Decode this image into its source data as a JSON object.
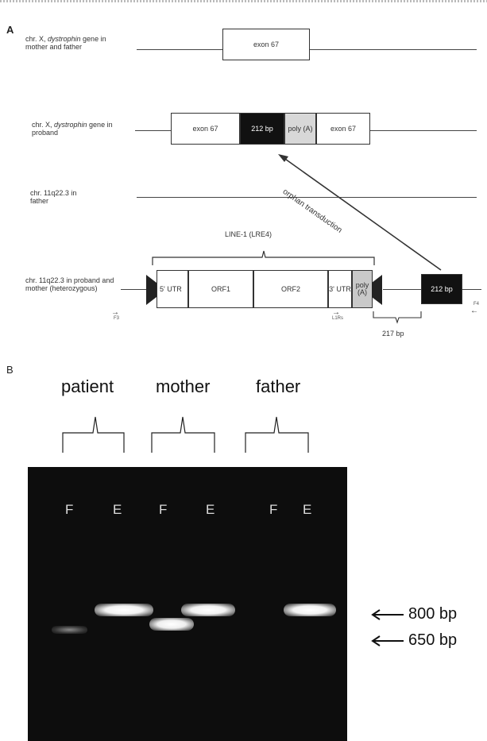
{
  "panels": {
    "a": "A",
    "b": "B"
  },
  "row1": {
    "label": [
      "chr. X, ",
      "dystrophin",
      " gene in mother and father"
    ],
    "exon": "exon 67"
  },
  "row2": {
    "label": [
      "chr. X, ",
      "dystrophin",
      " gene in proband"
    ],
    "exon_left": "exon 67",
    "insert": "212 bp",
    "polya": "poly (A)",
    "exon_right": "exon 67"
  },
  "row3": {
    "label": "chr. 11q22.3 in father"
  },
  "transduction": "orphan transduction",
  "row4": {
    "title": "LINE-1 (LRE4)",
    "label": "chr. 11q22.3 in proband and mother (heterozygous)",
    "utr5": "5' UTR",
    "orf1": "ORF1",
    "orf2": "ORF2",
    "utr3": "3' UTR",
    "polya": "poly (A)",
    "insert": "212 bp",
    "gap": "217 bp",
    "primer_left": "F3",
    "primer_mid": "L1Rs",
    "primer_right": "F4"
  },
  "gel": {
    "lanes": [
      "F",
      "E",
      "F",
      "E",
      "F",
      "E"
    ],
    "groups": [
      "patient",
      "mother",
      "father"
    ],
    "markers": [
      "800 bp",
      "650 bp"
    ],
    "bands": [
      {
        "lane": 0,
        "size": "650 bp",
        "intensity": "faint"
      },
      {
        "lane": 1,
        "size": "800 bp",
        "intensity": "strong"
      },
      {
        "lane": 2,
        "size": "650 bp",
        "intensity": "strong"
      },
      {
        "lane": 3,
        "size": "800 bp",
        "intensity": "strong"
      },
      {
        "lane": 5,
        "size": "800 bp",
        "intensity": "strong"
      }
    ]
  }
}
